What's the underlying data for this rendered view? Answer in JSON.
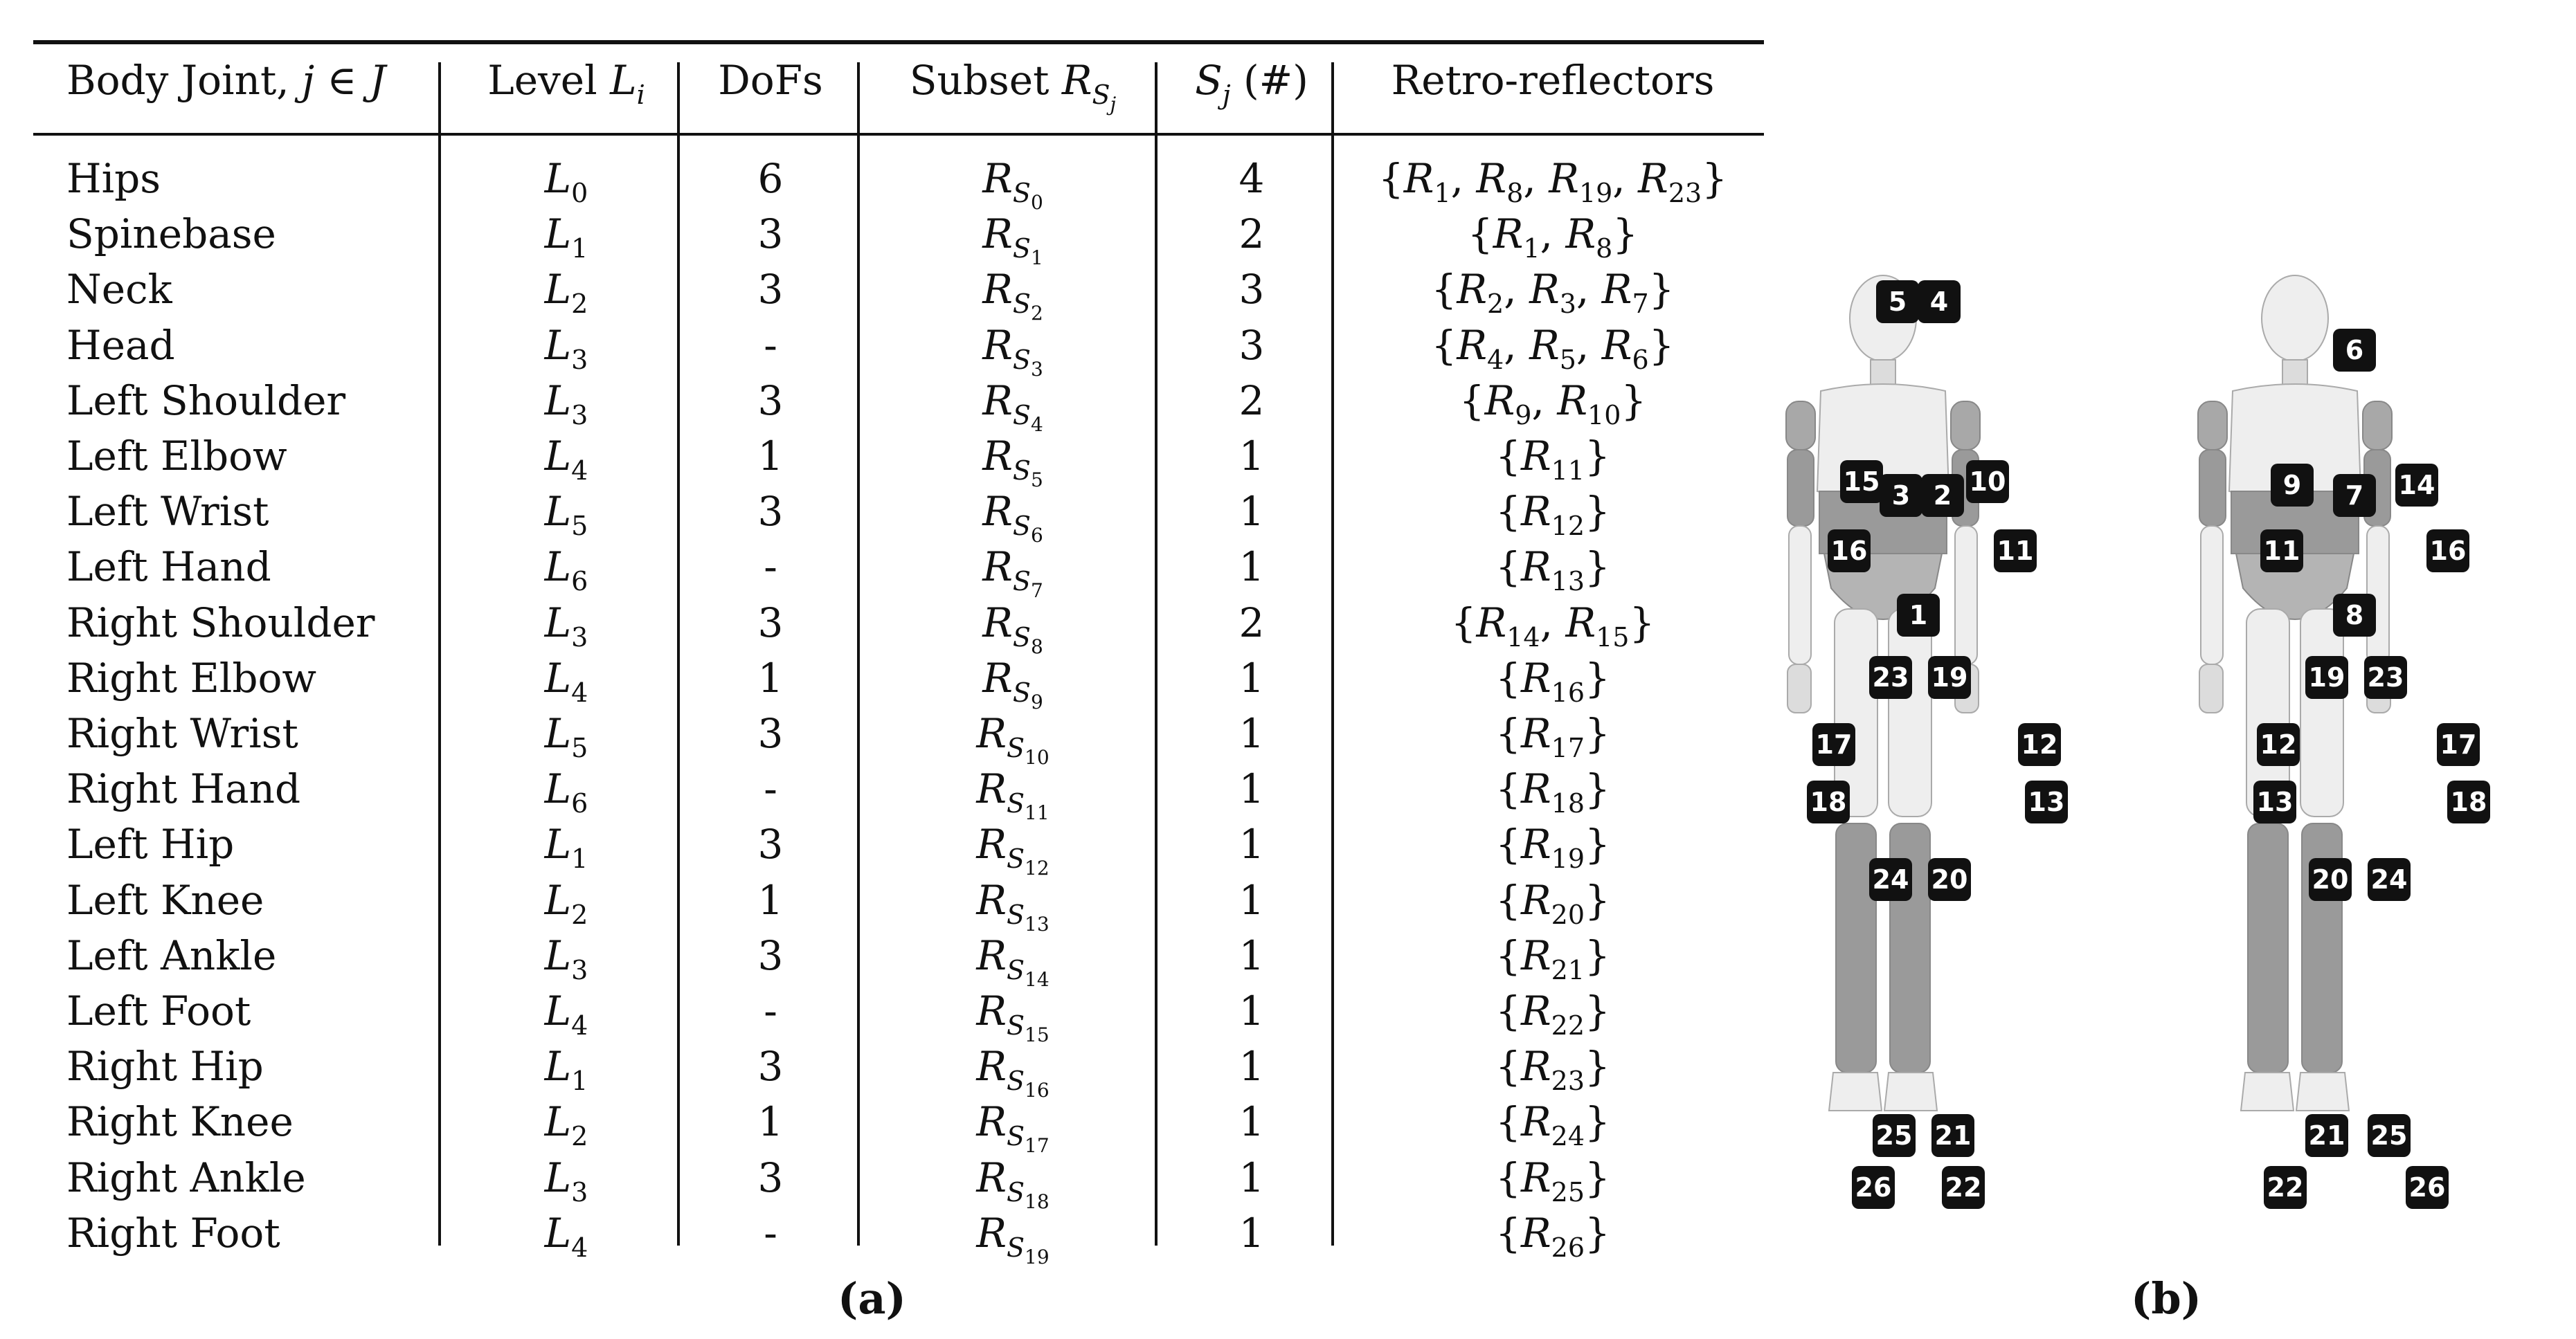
{
  "table": {
    "headers": {
      "joint": "Body Joint, ",
      "joint_math": "j ∈ J",
      "level": "Level ",
      "level_sym": "L",
      "level_sub": "i",
      "dofs": "DoFs",
      "subset": "Subset ",
      "subset_sym": "R",
      "subset_sub": "S",
      "subset_subsub": "j",
      "count_sym": "S",
      "count_sub": "j",
      "count_suffix": " (#)",
      "reflectors": "Retro-reflectors"
    },
    "rows": [
      {
        "joint": "Hips",
        "level": "0",
        "dofs": "6",
        "subset": "0",
        "count": "4",
        "reflectors": [
          "1",
          "8",
          "19",
          "23"
        ]
      },
      {
        "joint": "Spinebase",
        "level": "1",
        "dofs": "3",
        "subset": "1",
        "count": "2",
        "reflectors": [
          "1",
          "8"
        ]
      },
      {
        "joint": "Neck",
        "level": "2",
        "dofs": "3",
        "subset": "2",
        "count": "3",
        "reflectors": [
          "2",
          "3",
          "7"
        ]
      },
      {
        "joint": "Head",
        "level": "3",
        "dofs": "-",
        "subset": "3",
        "count": "3",
        "reflectors": [
          "4",
          "5",
          "6"
        ]
      },
      {
        "joint": "Left Shoulder",
        "level": "3",
        "dofs": "3",
        "subset": "4",
        "count": "2",
        "reflectors": [
          "9",
          "10"
        ]
      },
      {
        "joint": "Left Elbow",
        "level": "4",
        "dofs": "1",
        "subset": "5",
        "count": "1",
        "reflectors": [
          "11"
        ]
      },
      {
        "joint": "Left Wrist",
        "level": "5",
        "dofs": "3",
        "subset": "6",
        "count": "1",
        "reflectors": [
          "12"
        ]
      },
      {
        "joint": "Left Hand",
        "level": "6",
        "dofs": "-",
        "subset": "7",
        "count": "1",
        "reflectors": [
          "13"
        ]
      },
      {
        "joint": "Right Shoulder",
        "level": "3",
        "dofs": "3",
        "subset": "8",
        "count": "2",
        "reflectors": [
          "14",
          "15"
        ]
      },
      {
        "joint": "Right Elbow",
        "level": "4",
        "dofs": "1",
        "subset": "9",
        "count": "1",
        "reflectors": [
          "16"
        ]
      },
      {
        "joint": "Right Wrist",
        "level": "5",
        "dofs": "3",
        "subset": "10",
        "count": "1",
        "reflectors": [
          "17"
        ]
      },
      {
        "joint": "Right Hand",
        "level": "6",
        "dofs": "-",
        "subset": "11",
        "count": "1",
        "reflectors": [
          "18"
        ]
      },
      {
        "joint": "Left Hip",
        "level": "1",
        "dofs": "3",
        "subset": "12",
        "count": "1",
        "reflectors": [
          "19"
        ]
      },
      {
        "joint": "Left Knee",
        "level": "2",
        "dofs": "1",
        "subset": "13",
        "count": "1",
        "reflectors": [
          "20"
        ]
      },
      {
        "joint": "Left Ankle",
        "level": "3",
        "dofs": "3",
        "subset": "14",
        "count": "1",
        "reflectors": [
          "21"
        ]
      },
      {
        "joint": "Left Foot",
        "level": "4",
        "dofs": "-",
        "subset": "15",
        "count": "1",
        "reflectors": [
          "22"
        ]
      },
      {
        "joint": "Right Hip",
        "level": "1",
        "dofs": "3",
        "subset": "16",
        "count": "1",
        "reflectors": [
          "23"
        ]
      },
      {
        "joint": "Right Knee",
        "level": "2",
        "dofs": "1",
        "subset": "17",
        "count": "1",
        "reflectors": [
          "24"
        ]
      },
      {
        "joint": "Right Ankle",
        "level": "3",
        "dofs": "3",
        "subset": "18",
        "count": "1",
        "reflectors": [
          "25"
        ]
      },
      {
        "joint": "Right Foot",
        "level": "4",
        "dofs": "-",
        "subset": "19",
        "count": "1",
        "reflectors": [
          "26"
        ]
      }
    ],
    "caption": "(a)"
  },
  "figure": {
    "caption": "(b)",
    "front_markers": [
      "5",
      "4",
      "15",
      "3",
      "2",
      "10",
      "16",
      "11",
      "1",
      "23",
      "19",
      "17",
      "12",
      "18",
      "13",
      "24",
      "20",
      "25",
      "21",
      "26",
      "22"
    ],
    "back_markers": [
      "6",
      "9",
      "7",
      "14",
      "11",
      "16",
      "8",
      "19",
      "23",
      "12",
      "17",
      "13",
      "18",
      "20",
      "24",
      "21",
      "25",
      "22",
      "26"
    ],
    "colors": {
      "body_light": "#eeeeee",
      "body_dark": "#9a9a9a",
      "marker_bg": "#111111",
      "marker_text": "#ffffff"
    }
  }
}
